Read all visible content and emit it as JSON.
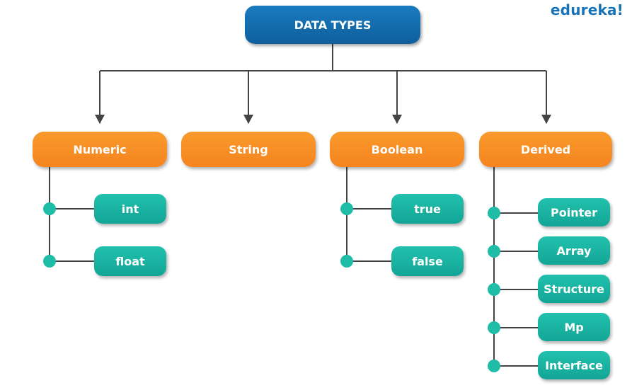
{
  "brand": "edureka!",
  "root": {
    "label": "DATA TYPES"
  },
  "categories": [
    {
      "label": "Numeric",
      "children": [
        "int",
        "float"
      ]
    },
    {
      "label": "String",
      "children": []
    },
    {
      "label": "Boolean",
      "children": [
        "true",
        "false"
      ]
    },
    {
      "label": "Derived",
      "children": [
        "Pointer",
        "Array",
        "Structure",
        "Mp",
        "Interface"
      ]
    }
  ],
  "colors": {
    "root": "#0f5f9c",
    "category": "#f5841f",
    "leaf": "#13a596",
    "connector": "#444444",
    "brand": "#1673b8"
  }
}
